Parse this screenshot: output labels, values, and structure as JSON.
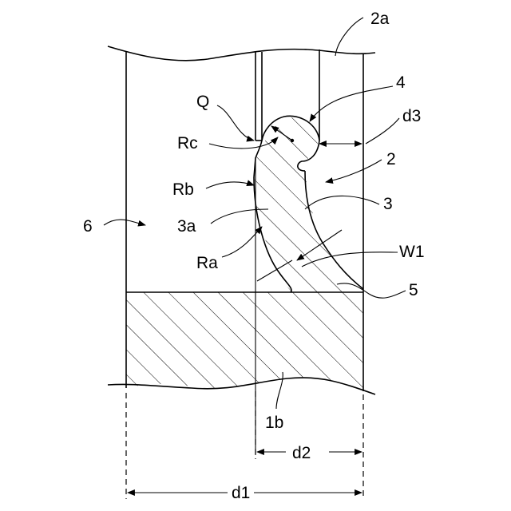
{
  "labels": {
    "l_2a": "2a",
    "l_4": "4",
    "l_Q": "Q",
    "l_d3": "d3",
    "l_Rc": "Rc",
    "l_2": "2",
    "l_Rb": "Rb",
    "l_3": "3",
    "l_6": "6",
    "l_3a": "3a",
    "l_W1": "W1",
    "l_Ra": "Ra",
    "l_5": "5",
    "l_1b": "1b",
    "l_d2": "d2",
    "l_d1": "d1"
  }
}
